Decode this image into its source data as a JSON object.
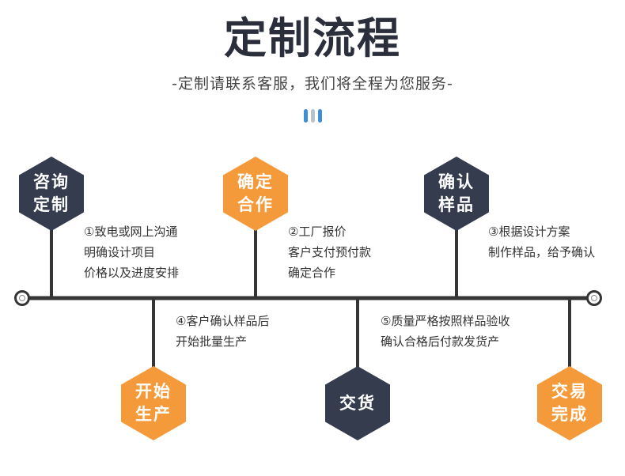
{
  "title": "定制流程",
  "subtitle": "-定制请联系客服，我们将全程为您服务-",
  "steps": [
    {
      "label": "咨询定制",
      "desc": "①致电或网上沟通\n明确设计项目\n价格以及进度安排",
      "color": "#353c4e"
    },
    {
      "label": "确定合作",
      "desc": "②工厂报价\n客户支付预付款\n确定合作",
      "color": "#f59a3a"
    },
    {
      "label": "确认样品",
      "desc": "③根据设计方案\n制作样品，给予确认",
      "color": "#353c4e"
    },
    {
      "label": "开始生产",
      "desc": "④客户确认样品后\n开始批量生产",
      "color": "#f59a3a"
    },
    {
      "label": "交货",
      "desc": "⑤质量严格按照样品验收\n确认合格后付款发货产",
      "color": "#353c4e"
    },
    {
      "label": "交易完成",
      "desc": "",
      "color": "#f59a3a"
    }
  ],
  "accent_colors": {
    "dark": "#353c4e",
    "orange": "#f59a3a",
    "blue": "#3e8fd6"
  }
}
